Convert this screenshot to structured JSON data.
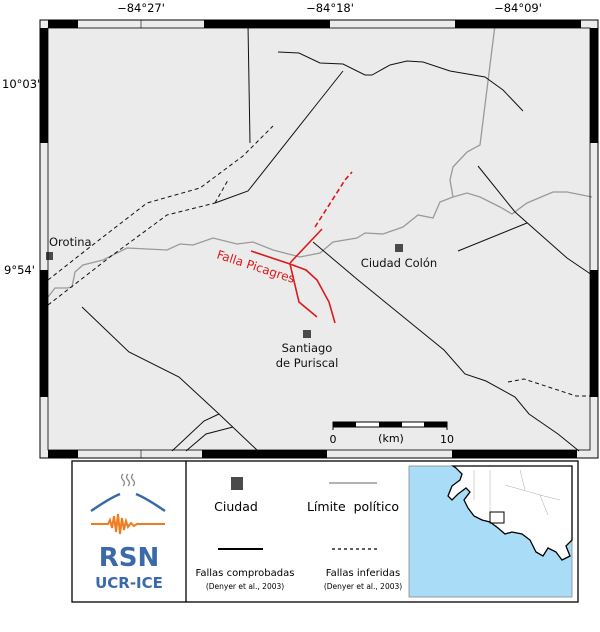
{
  "map": {
    "lon_ticks": [
      "−84°27'",
      "−84°18'",
      "−84°09'"
    ],
    "lat_ticks": [
      "10°03'",
      "9°54'"
    ],
    "cities": [
      {
        "name_line1": "Orotina"
      },
      {
        "name_line1": "Ciudad Colón"
      },
      {
        "name_line1": "Santiago",
        "name_line2": "de Puriscal"
      }
    ],
    "fault_label": "Falla Picagres",
    "scale": {
      "start": "0",
      "unit": "(km)",
      "end": "10"
    },
    "colors": {
      "background": "#ebebeb",
      "fault_highlight": "#dd1a1a",
      "political": "#9a9a9a",
      "city": "#4a4a4a"
    }
  },
  "legend": {
    "logo": {
      "line1": "RSN",
      "line2": "UCR-ICE",
      "blue": "#3a6aa8",
      "orange": "#f07c22"
    },
    "items": {
      "city": "Ciudad",
      "political": "Límite  político",
      "faults_proven": "Fallas comprobadas",
      "faults_proven_ref": "(Denyer et al., 2003)",
      "faults_inferred": "Fallas inferidas",
      "faults_inferred_ref": "(Denyer et al., 2003)"
    },
    "inset_colors": {
      "sea": "#a9dcf7",
      "land": "#ffffff"
    }
  }
}
